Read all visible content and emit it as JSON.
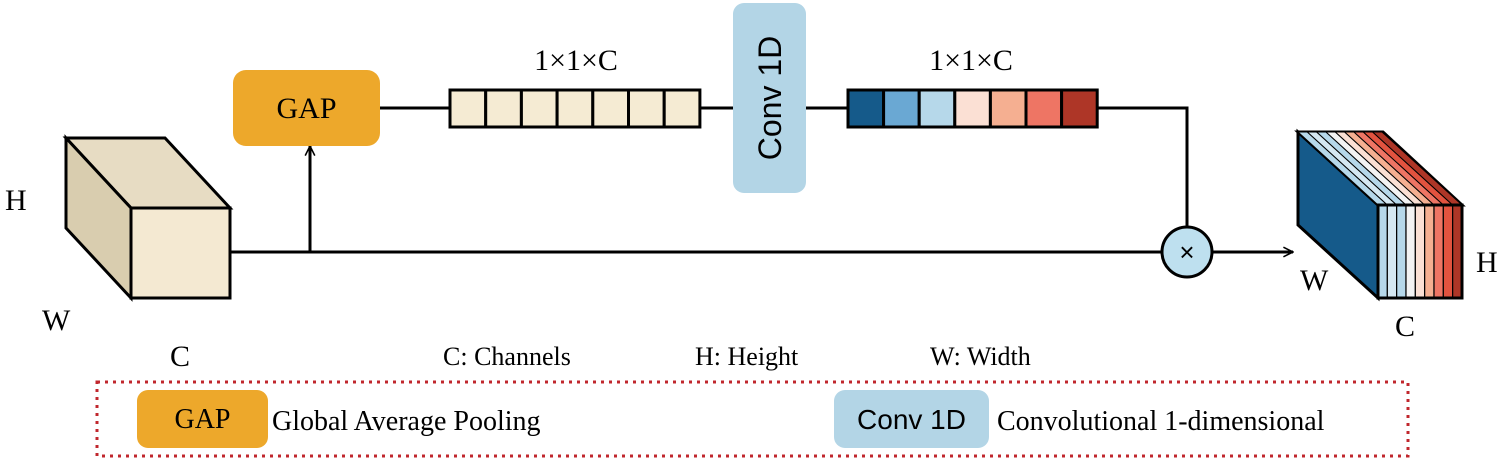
{
  "diagram": {
    "gap_label": "GAP",
    "conv_label": "Conv 1D",
    "vector_dims_left": "1×1×C",
    "vector_dims_right": "1×1×C",
    "multiply_symbol": "×",
    "input_cube": {
      "h": "H",
      "w": "W",
      "c": "C"
    },
    "output_cube": {
      "w": "W",
      "h": "H",
      "c": "C"
    },
    "colors": {
      "gap_fill": "#EDA82B",
      "conv_fill": "#B3D5E6",
      "cube_front": "#F4E9D2",
      "cube_top": "#E7DCC3",
      "cube_side": "#D9CDAF",
      "vector_cell": "#F5EBD3",
      "multiply_fill": "#BEE0EF",
      "legend_border": "#C0272D"
    },
    "weight_colors": [
      "#155A8A",
      "#6AA8D3",
      "#B6D8EA",
      "#FBE0D4",
      "#F5AF91",
      "#EE7564",
      "#AE3627"
    ],
    "slice_colors": [
      "#B6D8EA",
      "#D5E8F2",
      "#B6D8EA",
      "#F3F3F3",
      "#FBE0D4",
      "#F5AF91",
      "#EE7564",
      "#E2533F",
      "#AE3627"
    ]
  },
  "abbreviations": {
    "channels": "C: Channels",
    "height": "H: Height",
    "width": "W: Width"
  },
  "legend": {
    "gap_badge": "GAP",
    "gap_text": "Global Average Pooling",
    "conv_badge": "Conv 1D",
    "conv_text": "Convolutional 1-dimensional"
  }
}
